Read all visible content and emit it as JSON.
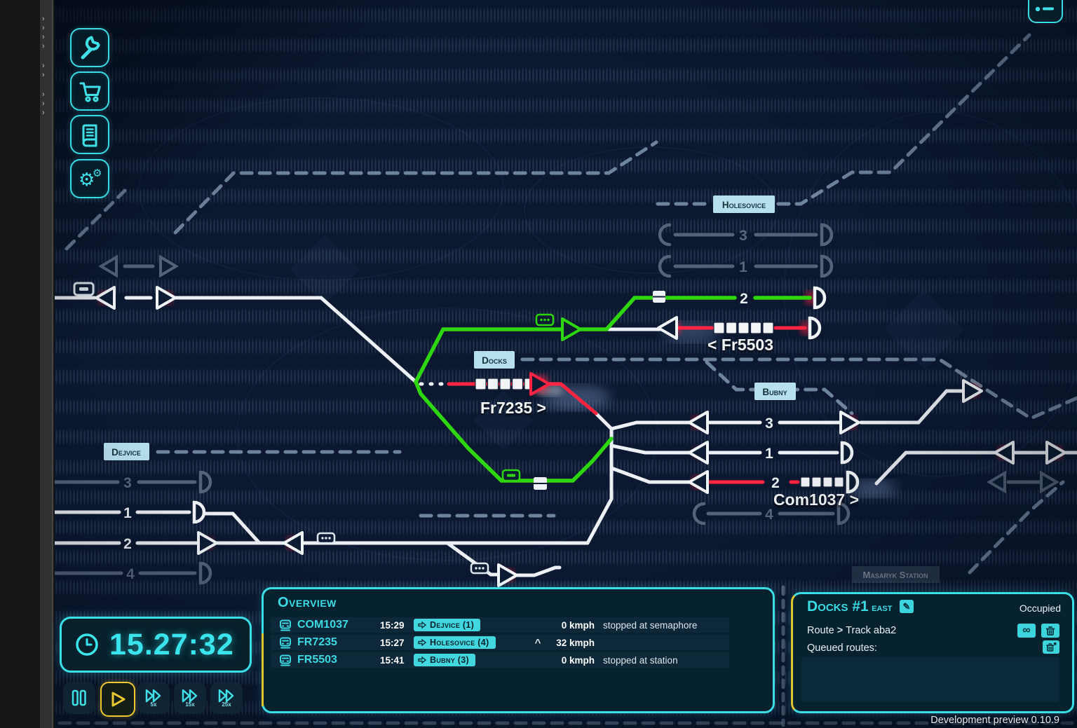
{
  "colors": {
    "accent_cyan": "#3adde6",
    "route_green": "#2ed60e",
    "occupied_red": "#ff2442",
    "play_yellow": "#ecc832"
  },
  "sidebar": {
    "chevron": "›"
  },
  "toolbar": {
    "icons": [
      "wrench-icon",
      "cart-icon",
      "book-icon",
      "settings-gears-icon"
    ],
    "top_right_icon": "route-list-icon"
  },
  "map": {
    "stations": {
      "holesovice": "Holesovice",
      "docks": "Docks",
      "bubny": "Bubny",
      "dejvice": "Dejvice",
      "masaryk": "Masaryk Station"
    },
    "holesovice_tracks": [
      "3",
      "1",
      "2"
    ],
    "dejvice_tracks": [
      "3",
      "1",
      "2",
      "4"
    ],
    "bubny_tracks": [
      "3",
      "1",
      "2",
      "4"
    ],
    "train_labels": {
      "fr5503": "< Fr5503",
      "fr7235": "Fr7235 >",
      "com1037": "Com1037 >"
    }
  },
  "hud": {
    "clock_time": "15.27:32",
    "speed_labels": [
      "5x",
      "15x",
      "25x"
    ]
  },
  "overview": {
    "title": "Overview",
    "rows": [
      {
        "id": "COM1037",
        "time": "15:29",
        "destination": "Dejvice (1)",
        "accel": "",
        "speed": "0 kmph",
        "status": "stopped at semaphore"
      },
      {
        "id": "FR7235",
        "time": "15:27",
        "destination": "Holesovice (4)",
        "accel": "^",
        "speed": "32 kmph",
        "status": ""
      },
      {
        "id": "FR5503",
        "time": "15:41",
        "destination": "Bubny (3)",
        "accel": "",
        "speed": "0 kmph",
        "status": "stopped at station"
      }
    ]
  },
  "docks_panel": {
    "title": "Docks #1",
    "title_suffix": "east",
    "state": "Occupied",
    "route_label": "Route",
    "route_chevron": ">",
    "route_value": "Track aba2",
    "queued_label": "Queued routes:"
  },
  "footer": {
    "version": "Development preview 0.10.9"
  }
}
